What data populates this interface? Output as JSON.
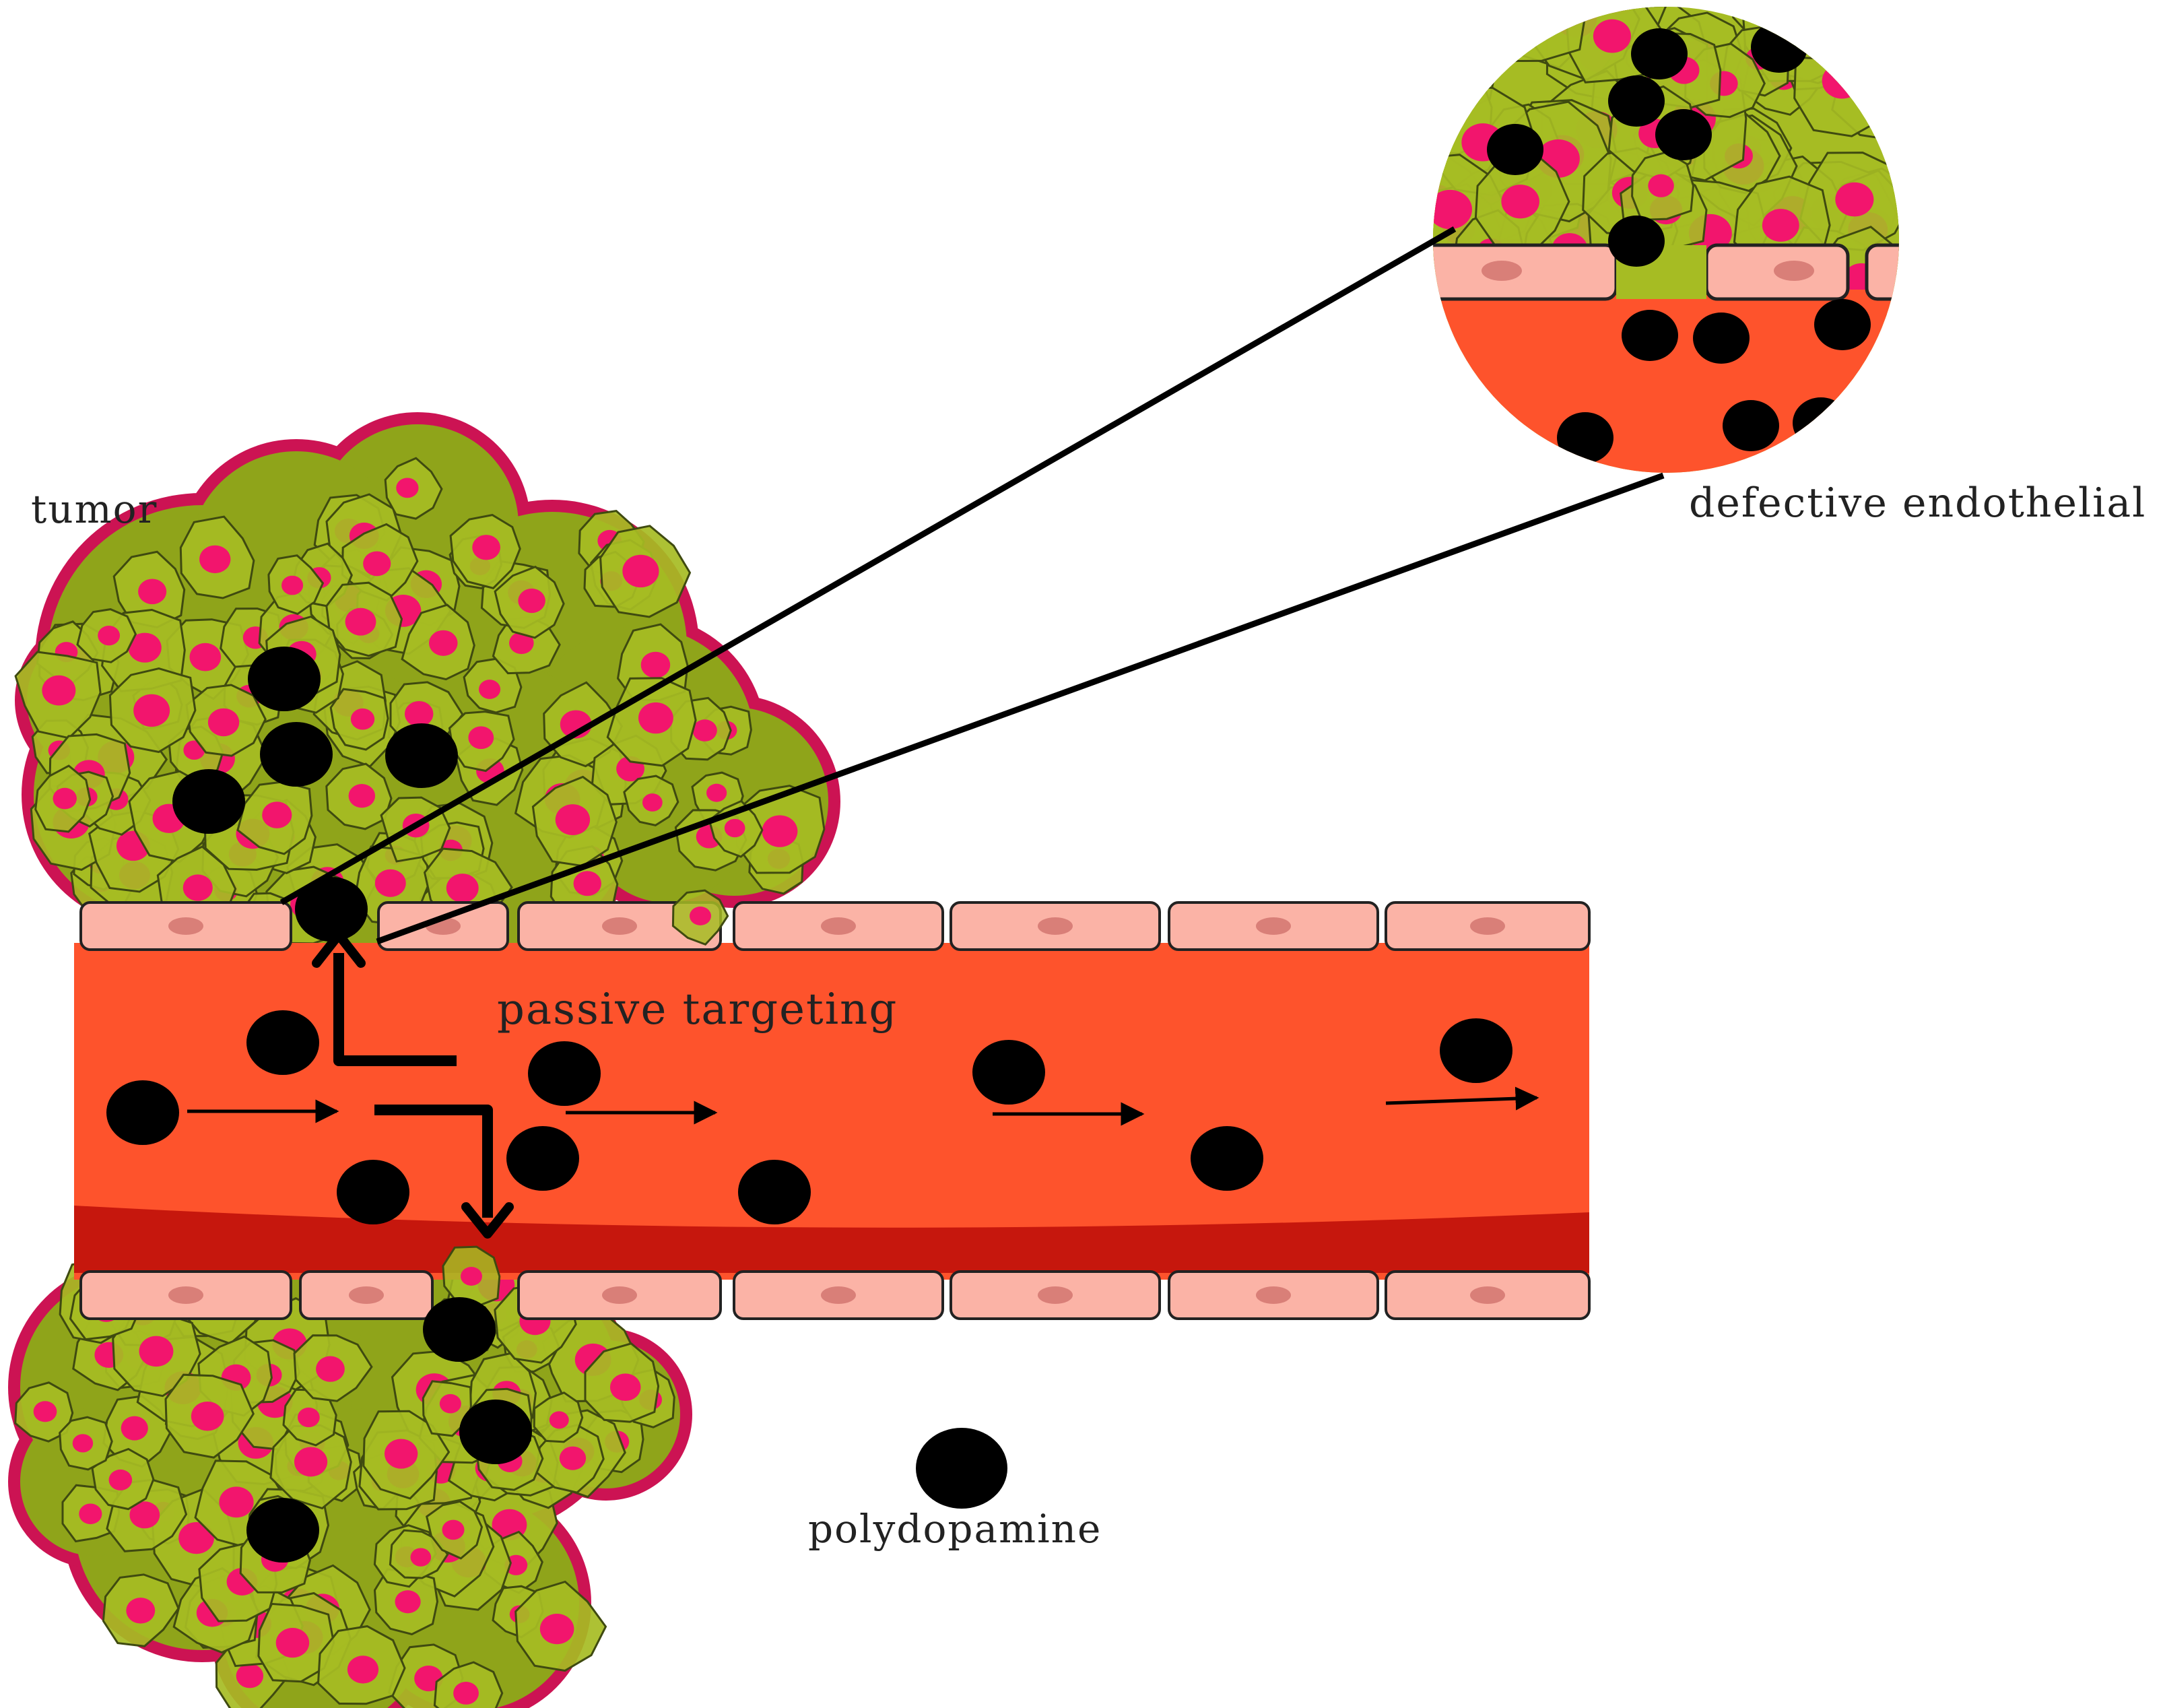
{
  "labels": {
    "tumor": "tumor",
    "defective_endothelial": "defective endothelial",
    "passive_targeting": "passive targeting",
    "polydopamine": "polydopamine"
  },
  "colors": {
    "blood": "#fe532c",
    "vessel_wall_dark": "#c6170d",
    "endothelial_cell": "#fbb3a6",
    "endothelial_nucleus": "#d97f78",
    "tumor_cell": "#a6bc23",
    "tumor_outline": "#cc1353",
    "tumor_nucleus": "#f2156d",
    "nanoparticle": "#000000",
    "text": "#222222"
  },
  "legend": {
    "particle_label": "polydopamine"
  }
}
